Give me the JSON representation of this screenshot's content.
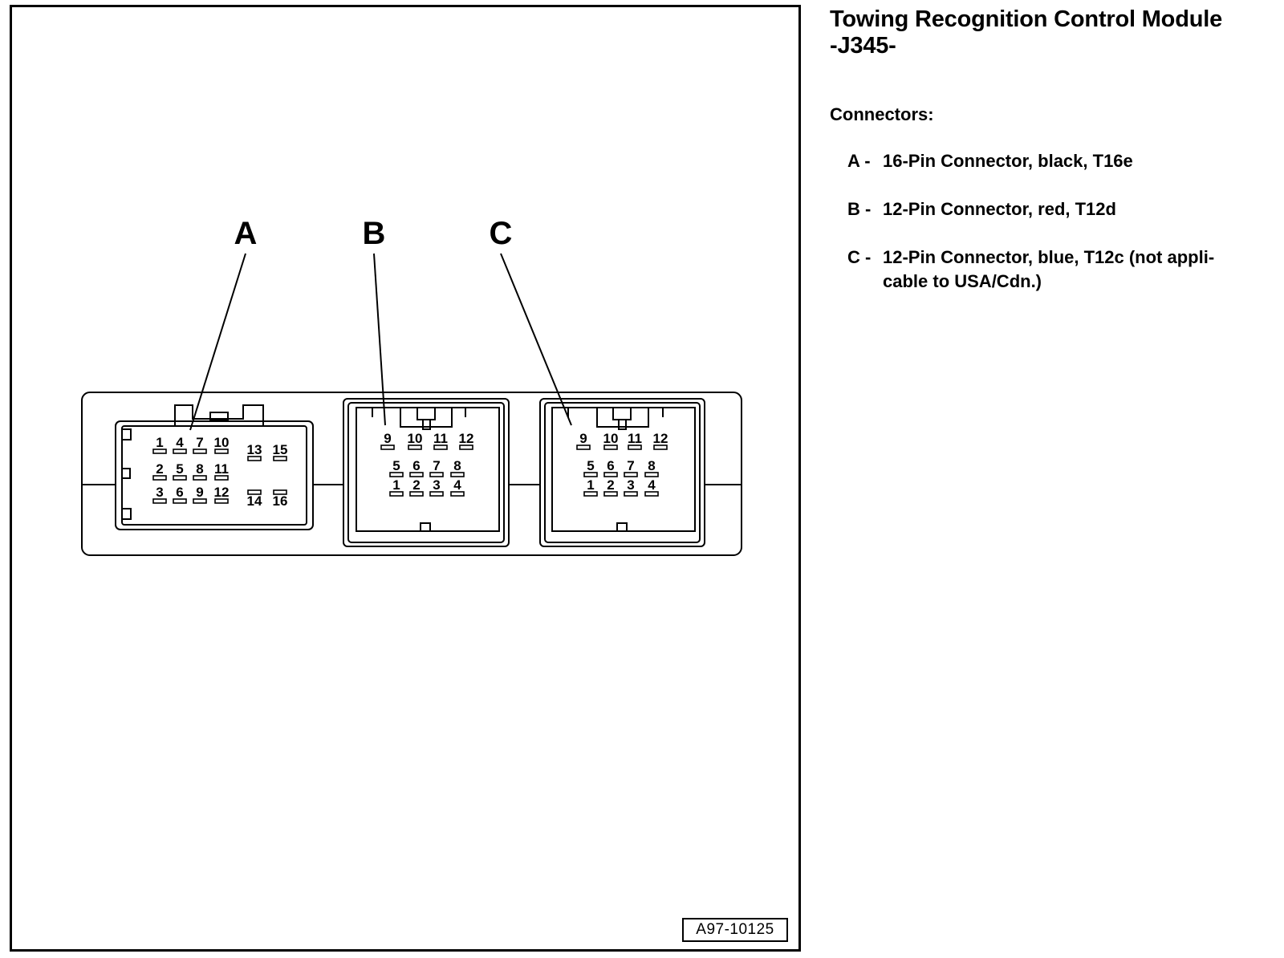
{
  "module": {
    "title_line1": "Towing Recognition Control Module",
    "title_line2": "-J345-"
  },
  "connectors_heading": "Connectors:",
  "connectors": [
    {
      "letter": "A",
      "separator": " - ",
      "line1": "16-Pin Connector, black, T16e",
      "line2": ""
    },
    {
      "letter": "B",
      "separator": " - ",
      "line1": "12-Pin Connector, red, T12d",
      "line2": ""
    },
    {
      "letter": "C",
      "separator": " - ",
      "line1": "12-Pin Connector, blue, T12c (not appli-",
      "line2": "cable to USA/Cdn.)"
    }
  ],
  "diagram": {
    "callouts": [
      "A",
      "B",
      "C"
    ],
    "connector_a_pins": {
      "left_rows": [
        [
          "1",
          "4",
          "7",
          "10"
        ],
        [
          "2",
          "5",
          "8",
          "11"
        ],
        [
          "3",
          "6",
          "9",
          "12"
        ]
      ],
      "right_top": [
        "13",
        "15"
      ],
      "right_bottom": [
        "14",
        "16"
      ]
    },
    "connector_b_pins": {
      "top": [
        "9",
        "10",
        "11",
        "12"
      ],
      "middle": [
        "5",
        "6",
        "7",
        "8"
      ],
      "bottom": [
        "1",
        "2",
        "3",
        "4"
      ]
    },
    "connector_c_pins": {
      "top": [
        "9",
        "10",
        "11",
        "12"
      ],
      "middle": [
        "5",
        "6",
        "7",
        "8"
      ],
      "bottom": [
        "1",
        "2",
        "3",
        "4"
      ]
    },
    "figure_id": "A97-10125"
  }
}
